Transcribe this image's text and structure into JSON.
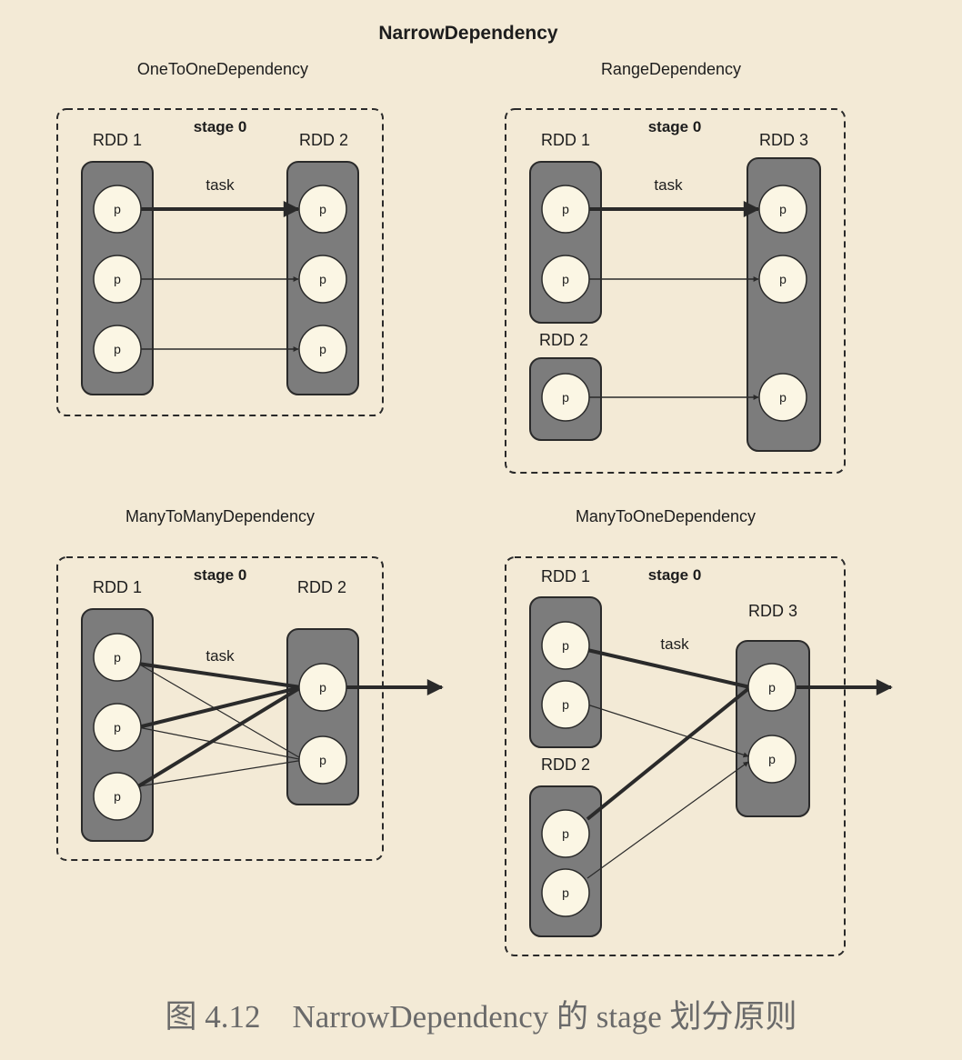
{
  "title": "NarrowDependency",
  "panels": {
    "one_to_one": {
      "name": "OneToOneDependency",
      "stage": "stage 0",
      "rdd_a": "RDD 1",
      "rdd_b": "RDD 2",
      "task": "task"
    },
    "range": {
      "name": "RangeDependency",
      "stage": "stage 0",
      "rdd_a": "RDD 1",
      "rdd_b": "RDD 2",
      "rdd_c": "RDD 3",
      "task": "task"
    },
    "many_to_many": {
      "name": "ManyToManyDependency",
      "stage": "stage 0",
      "rdd_a": "RDD 1",
      "rdd_b": "RDD 2",
      "task": "task"
    },
    "many_to_one": {
      "name": "ManyToOneDependency",
      "stage": "stage 0",
      "rdd_a": "RDD 1",
      "rdd_b": "RDD 2",
      "rdd_c": "RDD 3",
      "task": "task"
    }
  },
  "partition_label": "p",
  "caption": "图 4.12　NarrowDependency 的 stage 划分原则"
}
